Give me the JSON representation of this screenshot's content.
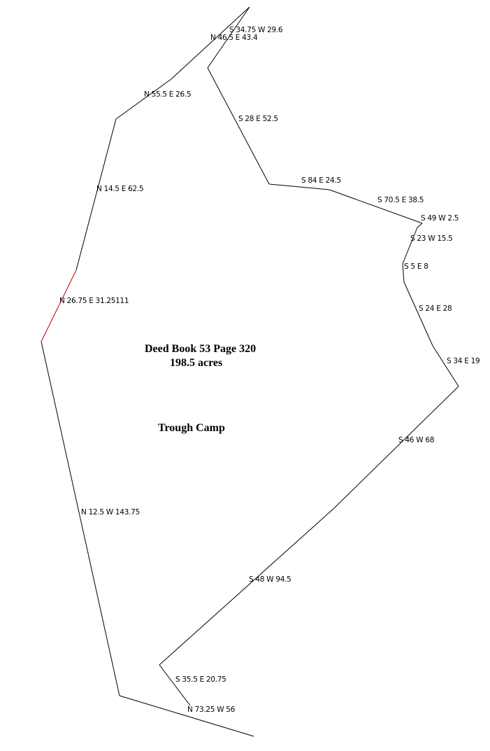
{
  "title": {
    "line1": "Deed Book 53 Page 320",
    "line2": "198.5 acres",
    "name": "Trough Camp"
  },
  "colors": {
    "line": "#000000",
    "highlight": "#c00000"
  },
  "calls": [
    "S 34.75 W 29.6",
    "N 46.5 E 43.4",
    "N 55.5 E 26.5",
    "S 28 E 52.5",
    "N 14.5 E 62.5",
    "S 84 E 24.5",
    "S 70.5 E 38.5",
    "S 49 W 2.5",
    "S 23 W 15.5",
    "S 5 E 8",
    "N 26.75 E 31.25111",
    "S 24 E 28",
    "S 34 E 19",
    "S 46 W 68",
    "N 12.5 W 143.75",
    "S 48 W 94.5",
    "S 35.5 E 20.75",
    "N 73.25 W 56"
  ]
}
